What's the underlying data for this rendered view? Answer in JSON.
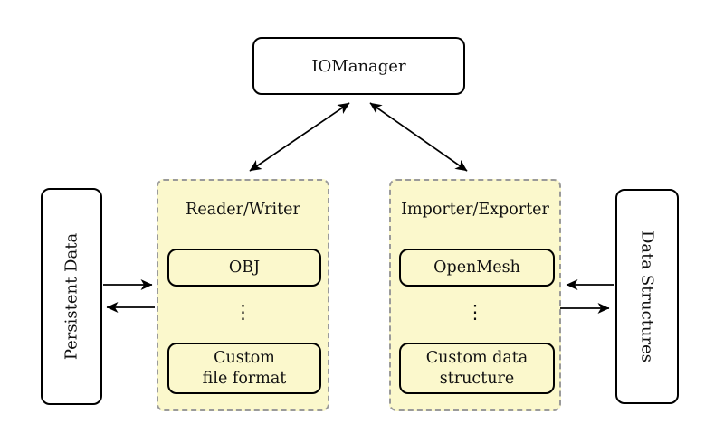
{
  "nodes": {
    "iomanager": "IOManager",
    "persistent_data": "Persistent Data",
    "data_structures": "Data Structures"
  },
  "groups": [
    {
      "title": "Reader/Writer",
      "top": "OBJ",
      "dots": "⋮",
      "bottom": "Custom\nfile format"
    },
    {
      "title": "Importer/Exporter",
      "top": "OpenMesh",
      "dots": "⋮",
      "bottom": "Custom data\nstructure"
    }
  ],
  "colors": {
    "background": "#ffffff",
    "group_fill": "#FBF8CC",
    "group_border": "#9a9a9a",
    "node_border": "#000000",
    "node_fill": "#ffffff",
    "arrow": "#000000"
  }
}
